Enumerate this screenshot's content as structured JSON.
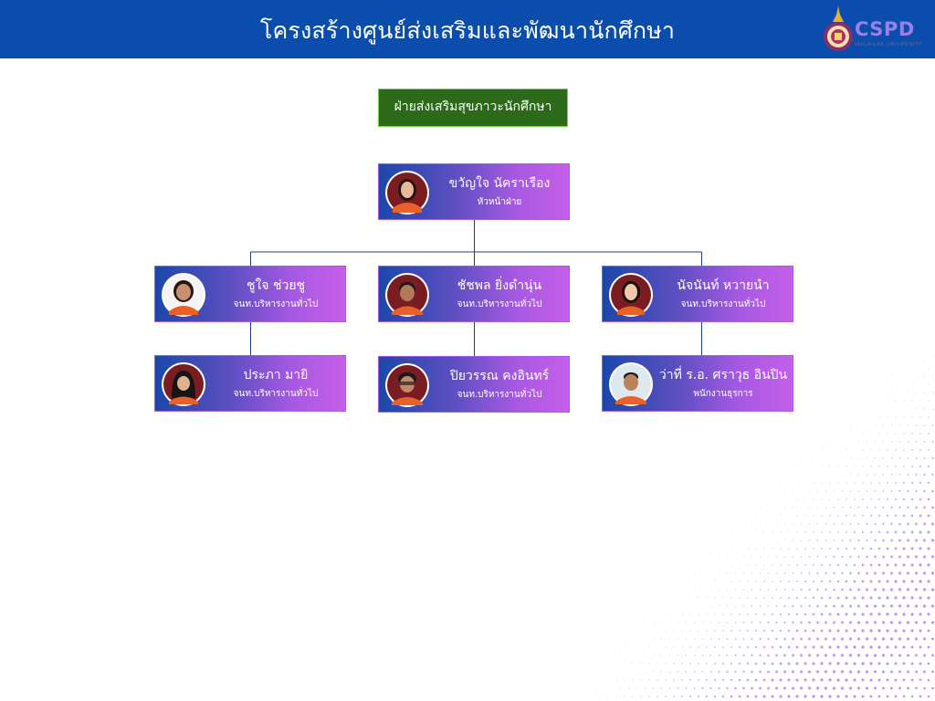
{
  "header": {
    "title": "โครงสร้างศูนย์ส่งเสริมและพัฒนานักศึกษา",
    "logo_text": "CSPD",
    "logo_sub": "WALAILAK UNIVERSITY",
    "background": "#0b4dad"
  },
  "department": {
    "label": "ฝ่ายส่งเสริมสุขภาวะนักศึกษา",
    "background": "#2c6a1a",
    "border": "#76d24a"
  },
  "head": {
    "name": "ขวัญใจ นัคราเรือง",
    "role": "หัวหน้าฝ่าย"
  },
  "staff": [
    {
      "name": "ชูใจ ช่วยชู",
      "role": "จนท.บริหารงานทั่วไป"
    },
    {
      "name": "ชัชพล ยิ่งดำนุ่น",
      "role": "จนท.บริหารงานทั่วไป"
    },
    {
      "name": "นัจนันท์ หวายนำ",
      "role": "จนท.บริหารงานทั่วไป"
    },
    {
      "name": "ประภา มายิ",
      "role": "จนท.บริหารงานทั่วไป"
    },
    {
      "name": "ปิยวรรณ คงอินทร์",
      "role": "จนท.บริหารงานทั่วไป"
    },
    {
      "name": "ว่าที่ ร.อ. ศราวุธ อินปิน",
      "role": "พนักงานธุรการ"
    }
  ],
  "colors": {
    "card_gradient_start": "#1c47a8",
    "card_gradient_end": "#c65fe9",
    "card_border": "#a35de0",
    "connector": "#1f3f7a"
  }
}
